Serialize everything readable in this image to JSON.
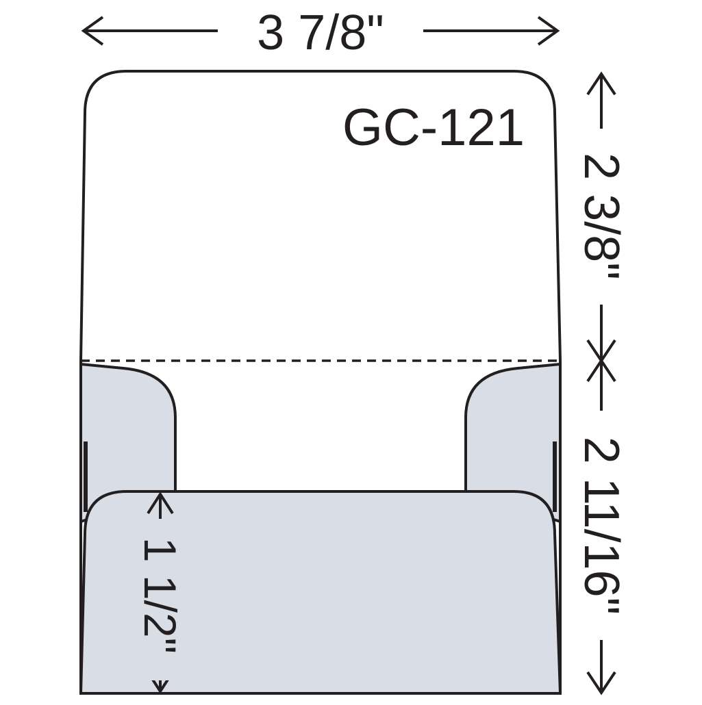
{
  "product_code": "GC-121",
  "dimensions": {
    "width": "3 7/8\"",
    "top_height": "2 3/8\"",
    "bottom_height": "2 11/16\"",
    "pocket_height": "1 1/2\""
  },
  "colors": {
    "line": "#231f20",
    "pocket_fill": "#d8dde6",
    "background": "#ffffff"
  }
}
